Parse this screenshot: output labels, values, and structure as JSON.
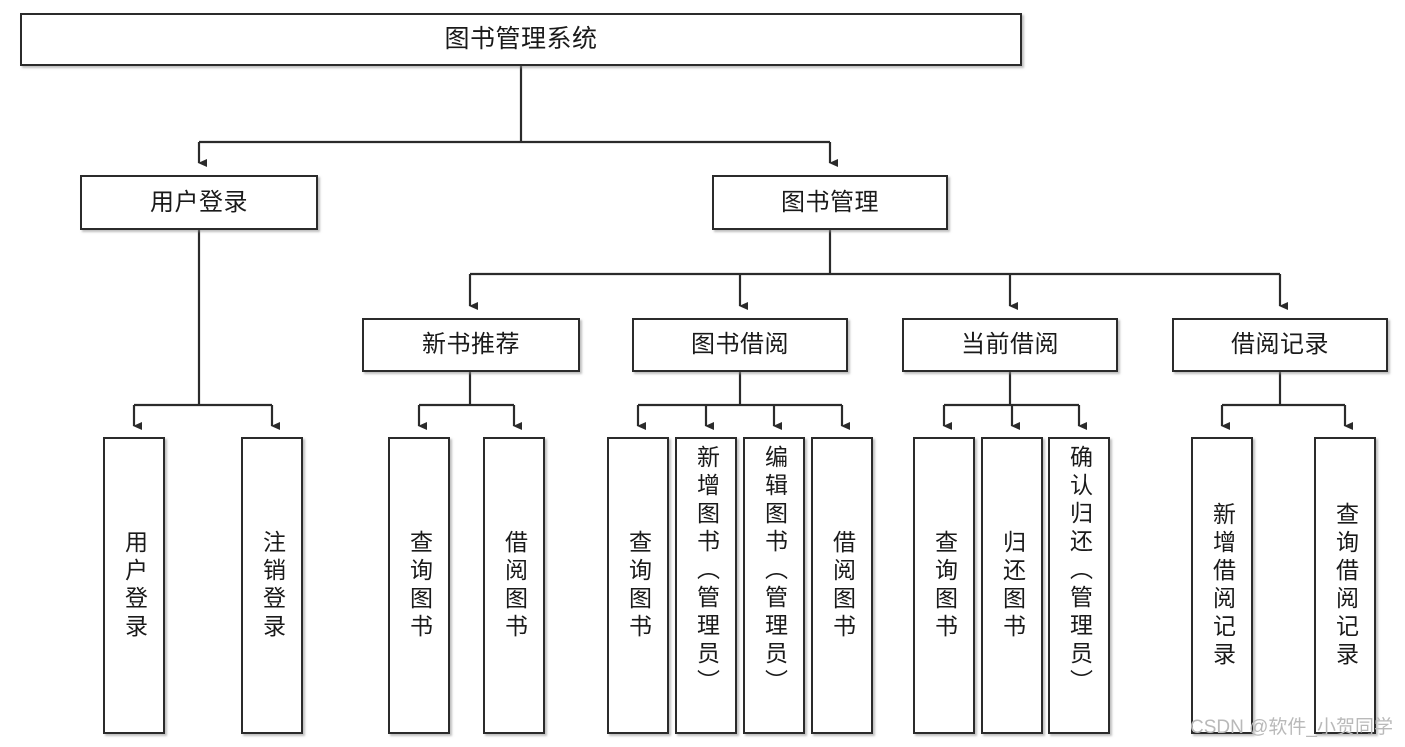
{
  "diagram": {
    "title": "图书管理系统",
    "type": "functional-structure-tree",
    "colors": {
      "box_border": "#2b2b2b",
      "box_fill": "#ffffff",
      "connector": "#2b2b2b",
      "watermark": "#b9b9b9"
    }
  },
  "root": {
    "label": "图书管理系统"
  },
  "level2": [
    {
      "label": "用户登录"
    },
    {
      "label": "图书管理"
    }
  ],
  "level3": [
    {
      "label": "新书推荐"
    },
    {
      "label": "图书借阅"
    },
    {
      "label": "当前借阅"
    },
    {
      "label": "借阅记录"
    }
  ],
  "leaves": {
    "user_login": [
      {
        "label": "用户登录"
      },
      {
        "label": "注销登录"
      }
    ],
    "new_book_recommend": [
      {
        "label": "查询图书"
      },
      {
        "label": "借阅图书"
      }
    ],
    "book_borrow": [
      {
        "label": "查询图书"
      },
      {
        "label": "新增图书（管理员）"
      },
      {
        "label": "编辑图书（管理员）"
      },
      {
        "label": "借阅图书"
      }
    ],
    "current_borrow": [
      {
        "label": "查询图书"
      },
      {
        "label": "归还图书"
      },
      {
        "label": "确认归还（管理员）"
      }
    ],
    "borrow_record": [
      {
        "label": "新增借阅记录"
      },
      {
        "label": "查询借阅记录"
      }
    ]
  },
  "watermark": {
    "text": "CSDN @软件_小贺同学"
  }
}
